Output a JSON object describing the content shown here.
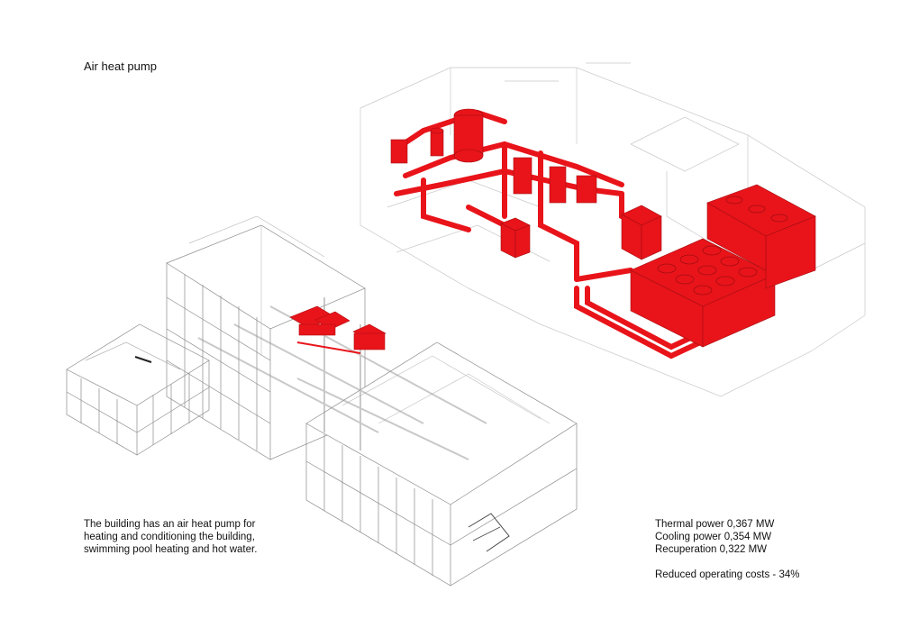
{
  "title": "Air heat pump",
  "description": [
    "The building has an air heat pump for",
    "heating and conditioning the building,",
    "swimming pool heating and hot water."
  ],
  "stats": {
    "thermal": "Thermal power 0,367 MW",
    "cooling": "Cooling power 0,354 MW",
    "recuperation": "Recuperation 0,322 MW",
    "costs": "Reduced operating costs - 34%"
  },
  "colors": {
    "highlight": "#e8141a",
    "linework": "#9a9a9a",
    "linework_light": "#cfcfcf"
  },
  "figures": [
    {
      "name": "building-isometric",
      "kind": "wireframe building with highlighted plant room"
    },
    {
      "name": "heat-pump-plant-isometric",
      "kind": "red piping, tanks, air heat pump units"
    }
  ]
}
